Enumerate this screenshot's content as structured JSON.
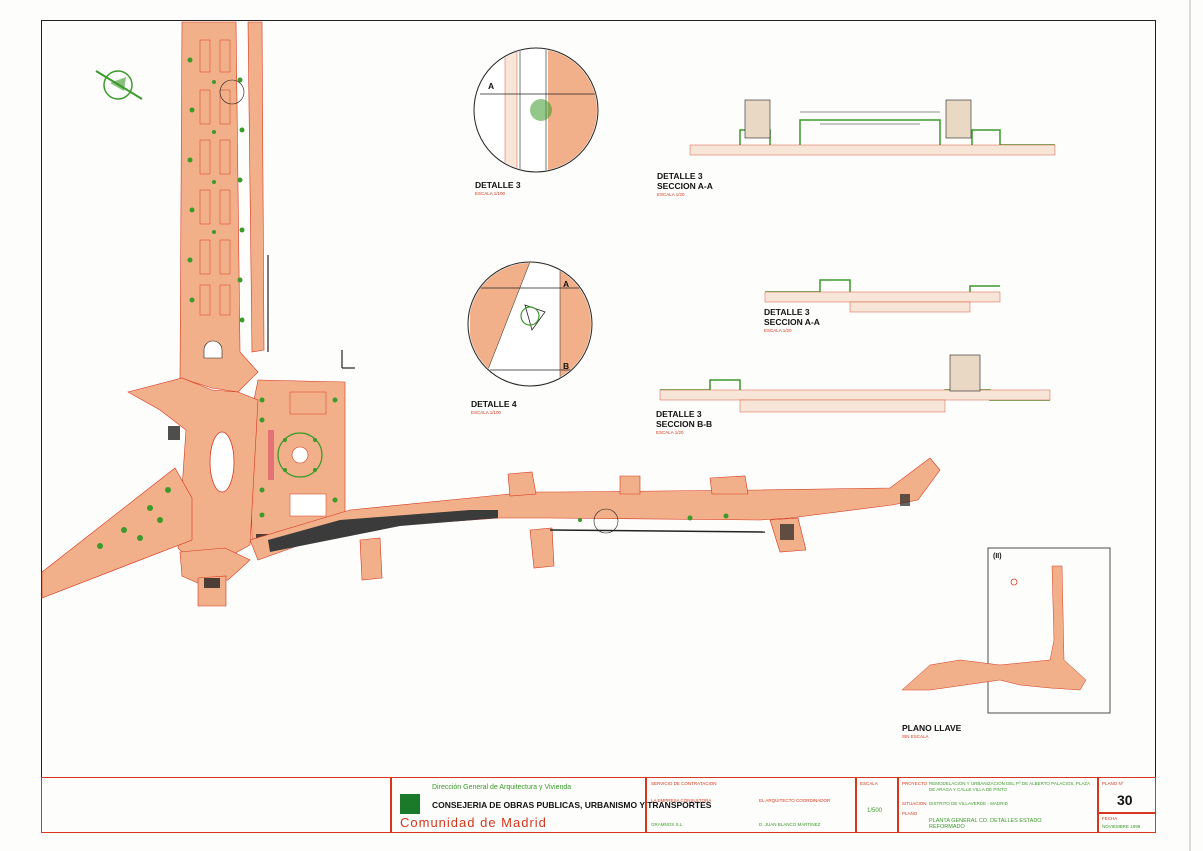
{
  "details": {
    "d3_plan": {
      "title": "DETALLE 3",
      "scale": "ESCALA 1/100"
    },
    "d4_plan": {
      "title": "DETALLE 4",
      "scale": "ESCALA 1/100"
    },
    "d3_aa_top": {
      "title1": "DETALLE 3",
      "title2": "SECCION A-A",
      "scale": "ESCALA 1/20"
    },
    "d3_aa_mid": {
      "title1": "DETALLE 3",
      "title2": "SECCION A-A",
      "scale": "ESCALA 1/20"
    },
    "d3_bb": {
      "title1": "DETALLE 3",
      "title2": "SECCION B-B",
      "scale": "ESCALA 1/20"
    },
    "plano_llave": {
      "title": "PLANO LLAVE",
      "scale": "SIN ESCALA",
      "tag": "(II)"
    }
  },
  "callouts": {
    "a": "A",
    "b": "B"
  },
  "title_block": {
    "org_line1": "Dirección General de Arquitectura y Vivienda",
    "org_line2": "CONSEJERIA DE OBRAS PUBLICAS, URBANISMO Y TRANSPORTES",
    "org_line3": "Comunidad de Madrid",
    "service": "SERVICIO DE CONTRATACION",
    "company_label": "LA EMPRESA CONSULTORA",
    "architect_label": "EL ARQUITECTO COORDINADOR",
    "company": "GRAMNOS S.L.",
    "architect": "D. JUAN BLANCO MARTINEZ",
    "escala_label": "ESCALA",
    "escala": "1/500",
    "proyecto_label": "PROYECTO",
    "proyecto": "REMODELACION Y URBANIZACION DEL Pº DE ALBERTO PALACIOS, PLAZA DE ARAGA Y CALLE VILLA DE PINTO",
    "situacion_label": "SITUACION",
    "situacion": "DISTRITO DE VILLAVERDE - MADRID",
    "plano_label": "PLANO",
    "plano": "PLANTA GENERAL CO. DETALLES ESTADO REFORMADO",
    "plano_no_label": "PLANO Nº",
    "plano_no": "30",
    "fecha_label": "FECHA",
    "fecha": "NOVIEMBRE 1999"
  },
  "colors": {
    "plaza": "#f2b08a",
    "line": "#d6361d",
    "green": "#3a9a2a",
    "asphalt": "#3b3b3b"
  }
}
